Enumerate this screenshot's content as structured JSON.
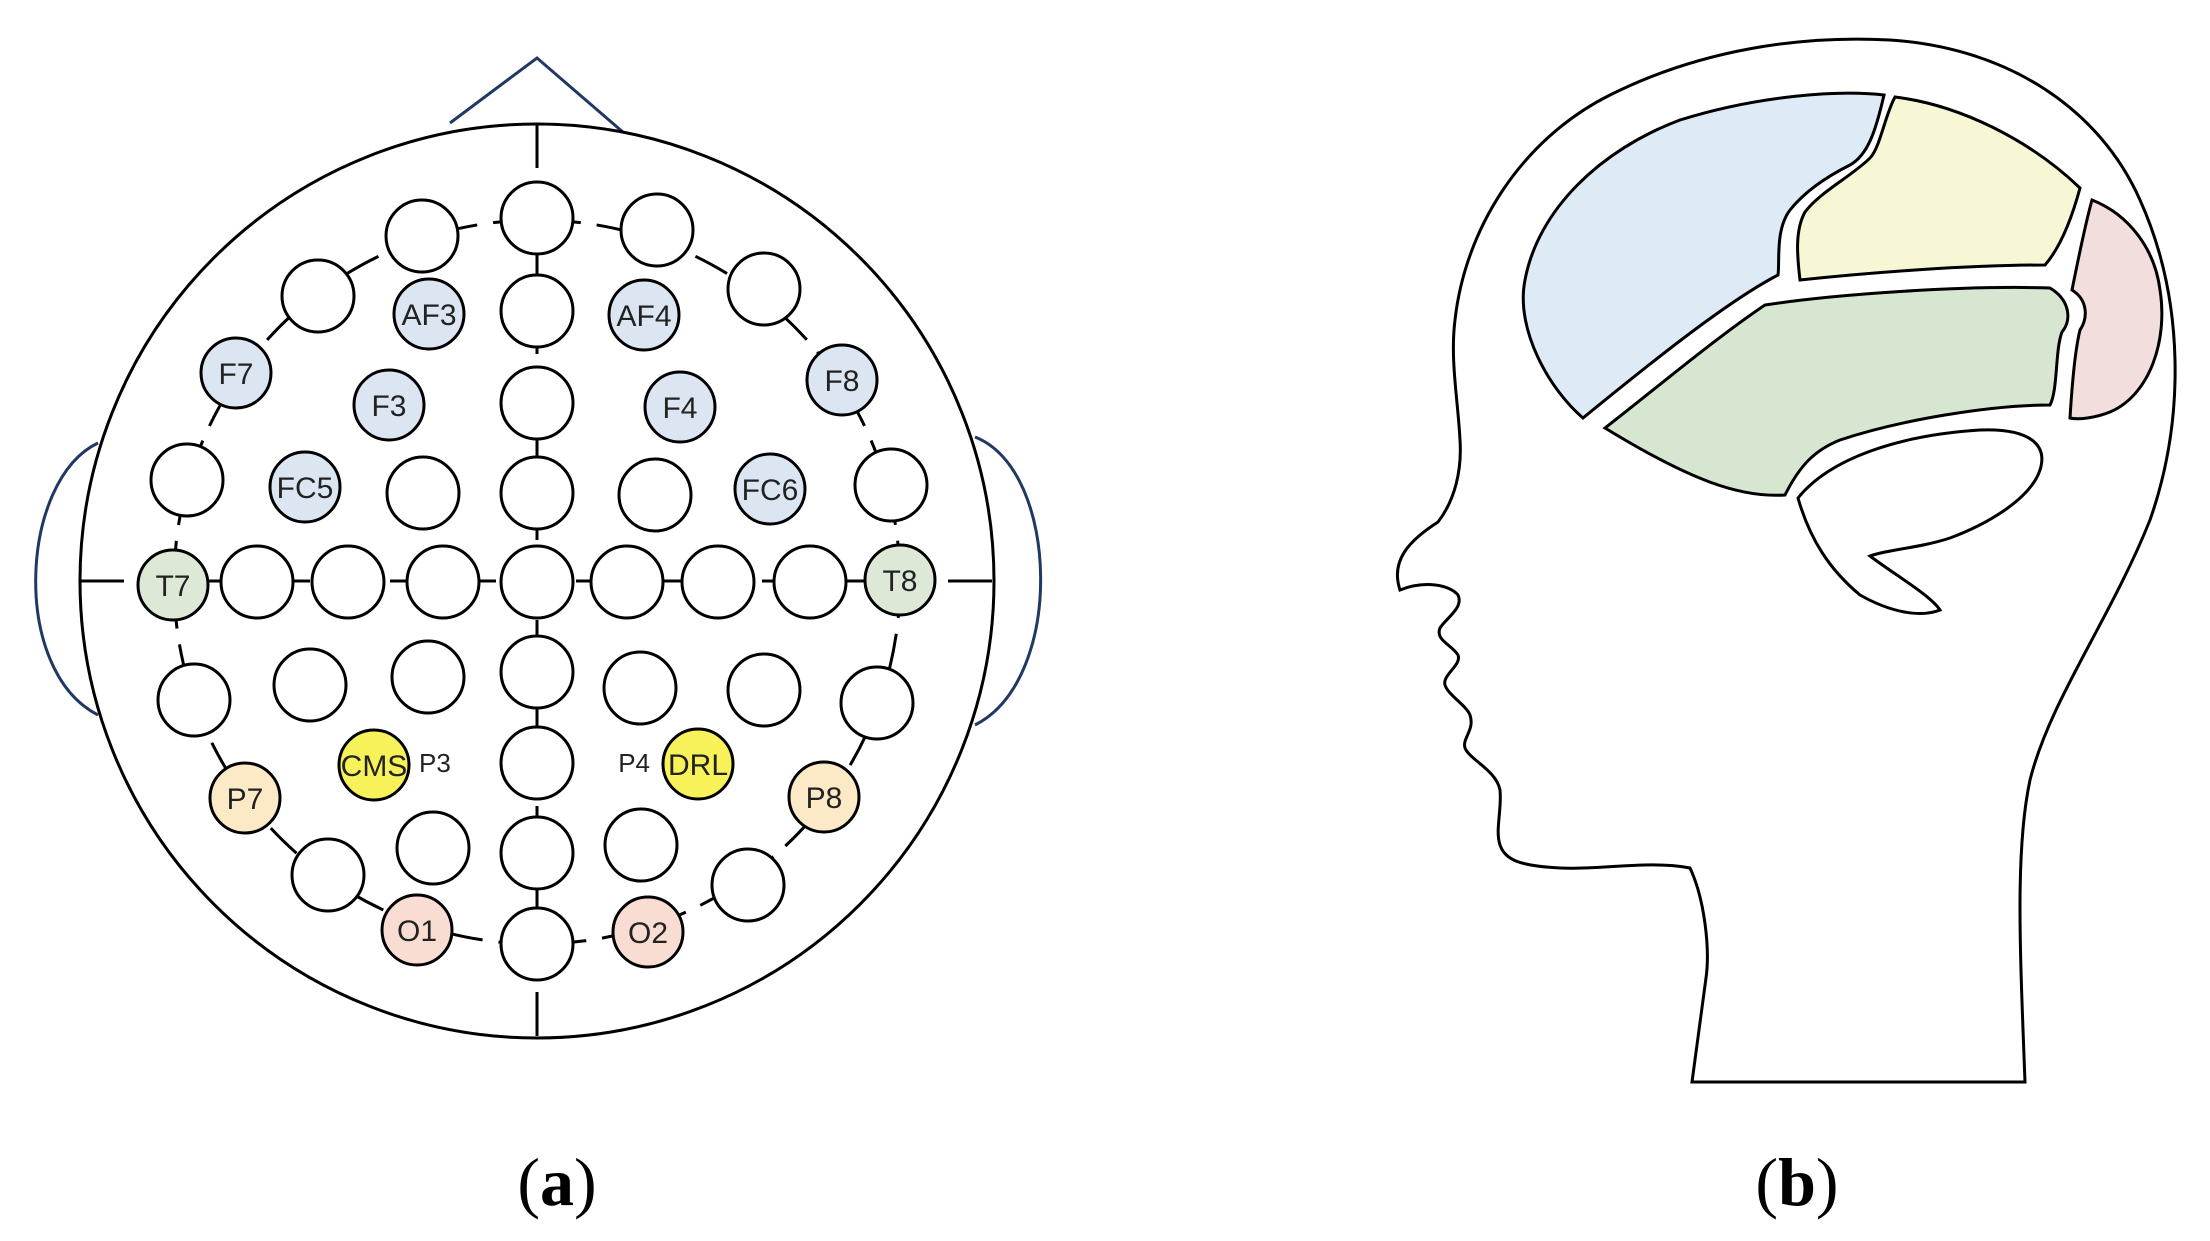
{
  "panels": {
    "a": {
      "caption_open": "(",
      "caption_letter": "a",
      "caption_close": ")"
    },
    "b": {
      "caption_open": "(",
      "caption_letter": "b",
      "caption_close": ")"
    }
  },
  "colors": {
    "frontal": "#dce6f2",
    "temporal": "#dde9d6",
    "parietal": "#fce9c5",
    "occipital": "#f9ddd2",
    "reference": "#f7f25a",
    "blank": "#ffffff",
    "brain_frontal": "#deeaf6",
    "brain_parietal": "#f7f7d6",
    "brain_temporal": "#d6e6d0",
    "brain_occipital": "#f3dede",
    "ear_stroke": "#1f3864"
  },
  "electrodes": {
    "af3": "AF3",
    "af4": "AF4",
    "f7": "F7",
    "f3": "F3",
    "f4": "F4",
    "f8": "F8",
    "fc5": "FC5",
    "fc6": "FC6",
    "t7": "T7",
    "t8": "T8",
    "cms": "CMS",
    "drl": "DRL",
    "p7": "P7",
    "p8": "P8",
    "o1": "O1",
    "o2": "O2"
  },
  "side_labels": {
    "p3": "P3",
    "p4": "P4"
  }
}
